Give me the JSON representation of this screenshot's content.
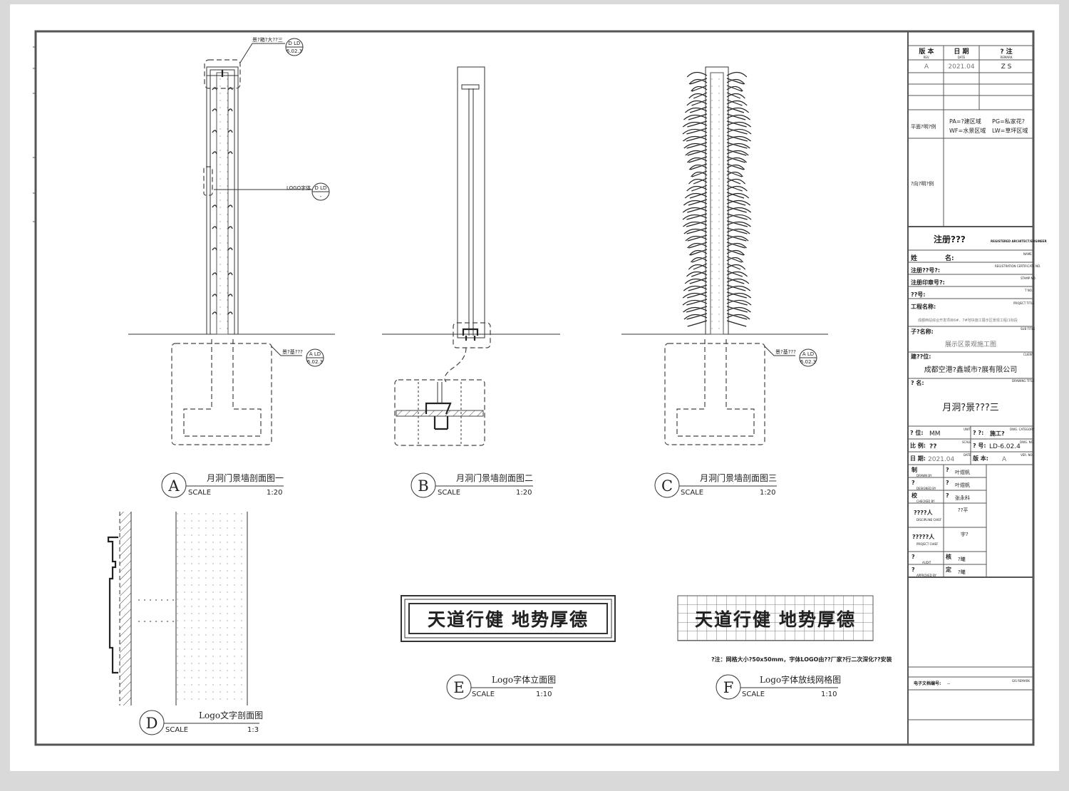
{
  "callouts": {
    "top_box": "景?箱?大??三",
    "logo": "LOGO字体",
    "foundation": "景?基???",
    "ref_a": "A LD",
    "ref_d": "D LD",
    "sheet": "6.02.3",
    "dash": "-"
  },
  "sections": [
    {
      "letter": "A",
      "title": "月洞门景墙剖面图一",
      "scale_label": "SCALE",
      "scale": "1:20"
    },
    {
      "letter": "B",
      "title": "月洞门景墙剖面图二",
      "scale_label": "SCALE",
      "scale": "1:20"
    },
    {
      "letter": "C",
      "title": "月洞门景墙剖面图三",
      "scale_label": "SCALE",
      "scale": "1:20"
    },
    {
      "letter": "D",
      "title": "Logo文字剖面图",
      "scale_label": "SCALE",
      "scale": "1:3"
    },
    {
      "letter": "E",
      "title": "Logo字体立面图",
      "scale_label": "SCALE",
      "scale": "1:10"
    },
    {
      "letter": "F",
      "title": "Logo字体放线网格图",
      "scale_label": "SCALE",
      "scale": "1:10"
    }
  ],
  "logo_text": "天道行健  地势厚德",
  "grid_note": "?注：网格大小?50x50mm，字体LOGO由??厂家?行二次深化??安装",
  "title_block": {
    "rev_header": {
      "rev": "版  本",
      "rev_en": "REV.",
      "date": "日  期",
      "date_en": "DATE",
      "remark": "?      注",
      "remark_en": "REMARK"
    },
    "rev_row": {
      "rev": "A",
      "date": "2021.04",
      "remark": "Z S"
    },
    "plan_label": "平面?明?例",
    "plan_legend": [
      "PA=?建区域",
      "PG=私家花?",
      "WF=水景区域",
      "LW=草坪区域"
    ],
    "north_label": "?向?明?例",
    "reg_title": "注册???",
    "reg_title_en": "REGISTERED ARCHITECT/ENGINEER",
    "name_label": "姓",
    "name_value": "名:",
    "name_en": "NAME",
    "cert_label": "注册??号?:",
    "cert_en": "REGISTRATION CERTIFICATE NO.",
    "stamp_label": "注册印章号?:",
    "stamp_en": "STAMP NO.",
    "tno_label": "??号:",
    "tno_en": "T NO.",
    "project_label": "工程名称:",
    "project_en": "PROJECT TITLE",
    "project_name": "成都西站综合开发项目6#、7#地块施工展示区景观工程(1标段",
    "sub_label": "子?名称:",
    "sub_en": "SUB TITLE",
    "sub_value": "展示区景观施工图",
    "client_label": "建??位:",
    "client_en": "CLIENT",
    "client_value": "成都空港?鑫城市?展有限公司",
    "drawing_label": "?  名:",
    "drawing_en": "DRAWING TITLE",
    "drawing_value": "月洞?景???三",
    "unit_label": "? 位:",
    "unit_value": "MM",
    "unit_en": "UNIT",
    "cat_label": "? ?:",
    "cat_value": "施工?",
    "cat_en": "DWG. CATEGORY",
    "scale_label": "比  例:",
    "scale_value": "??",
    "scale_en": "SCALE",
    "dwgno_label": "? 号:",
    "dwgno_value": "LD-6.02.4",
    "dwgno_en": "DWG. NO.",
    "date_label": "日  期:",
    "date_value": "2021.04",
    "date_en": "DATE",
    "ver_label": "版  本:",
    "ver_value": "A",
    "ver_en": "VER. NO.",
    "staff": [
      {
        "role": "制",
        "en": "DRAWN BY",
        "k": "?",
        "v": "叶煜帆"
      },
      {
        "role": "?",
        "en": "DESIGNED BY",
        "k": "?",
        "v": "叶煜帆"
      },
      {
        "role": "校",
        "en": "CHECKED BY",
        "k": "?",
        "v": "张永科"
      },
      {
        "role": "????人",
        "en": "DISCIPLINE CHIEF",
        "k": "",
        "v": "??平"
      },
      {
        "role": "?????人",
        "en": "PROJECT CHIEF",
        "k": "",
        "v": "宇?"
      },
      {
        "role": "?",
        "en": "AUDIT",
        "k": "核",
        "v": "?曦"
      },
      {
        "role": "?",
        "en": "APPROVED BY",
        "k": "定",
        "v": "?曦"
      }
    ],
    "efile_label": "电子文档编号:",
    "efile_value": "--",
    "efile_en": "GIS REMARK"
  }
}
